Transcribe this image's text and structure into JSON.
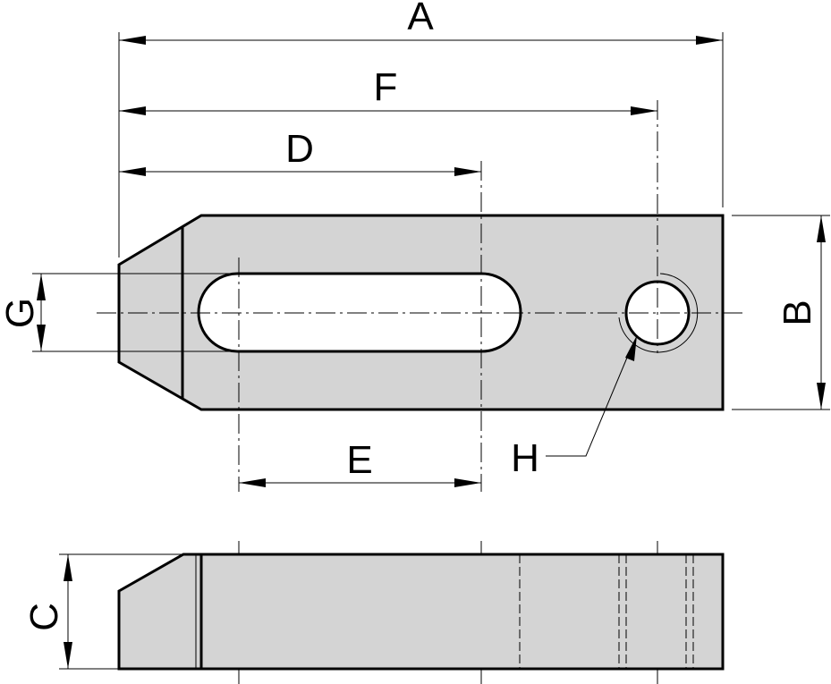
{
  "labels": {
    "A": "A",
    "B": "B",
    "C": "C",
    "D": "D",
    "E": "E",
    "F": "F",
    "G": "G",
    "H": "H"
  },
  "colors": {
    "part_fill": "#d4d4d4",
    "line": "#000000",
    "background": "#ffffff"
  }
}
